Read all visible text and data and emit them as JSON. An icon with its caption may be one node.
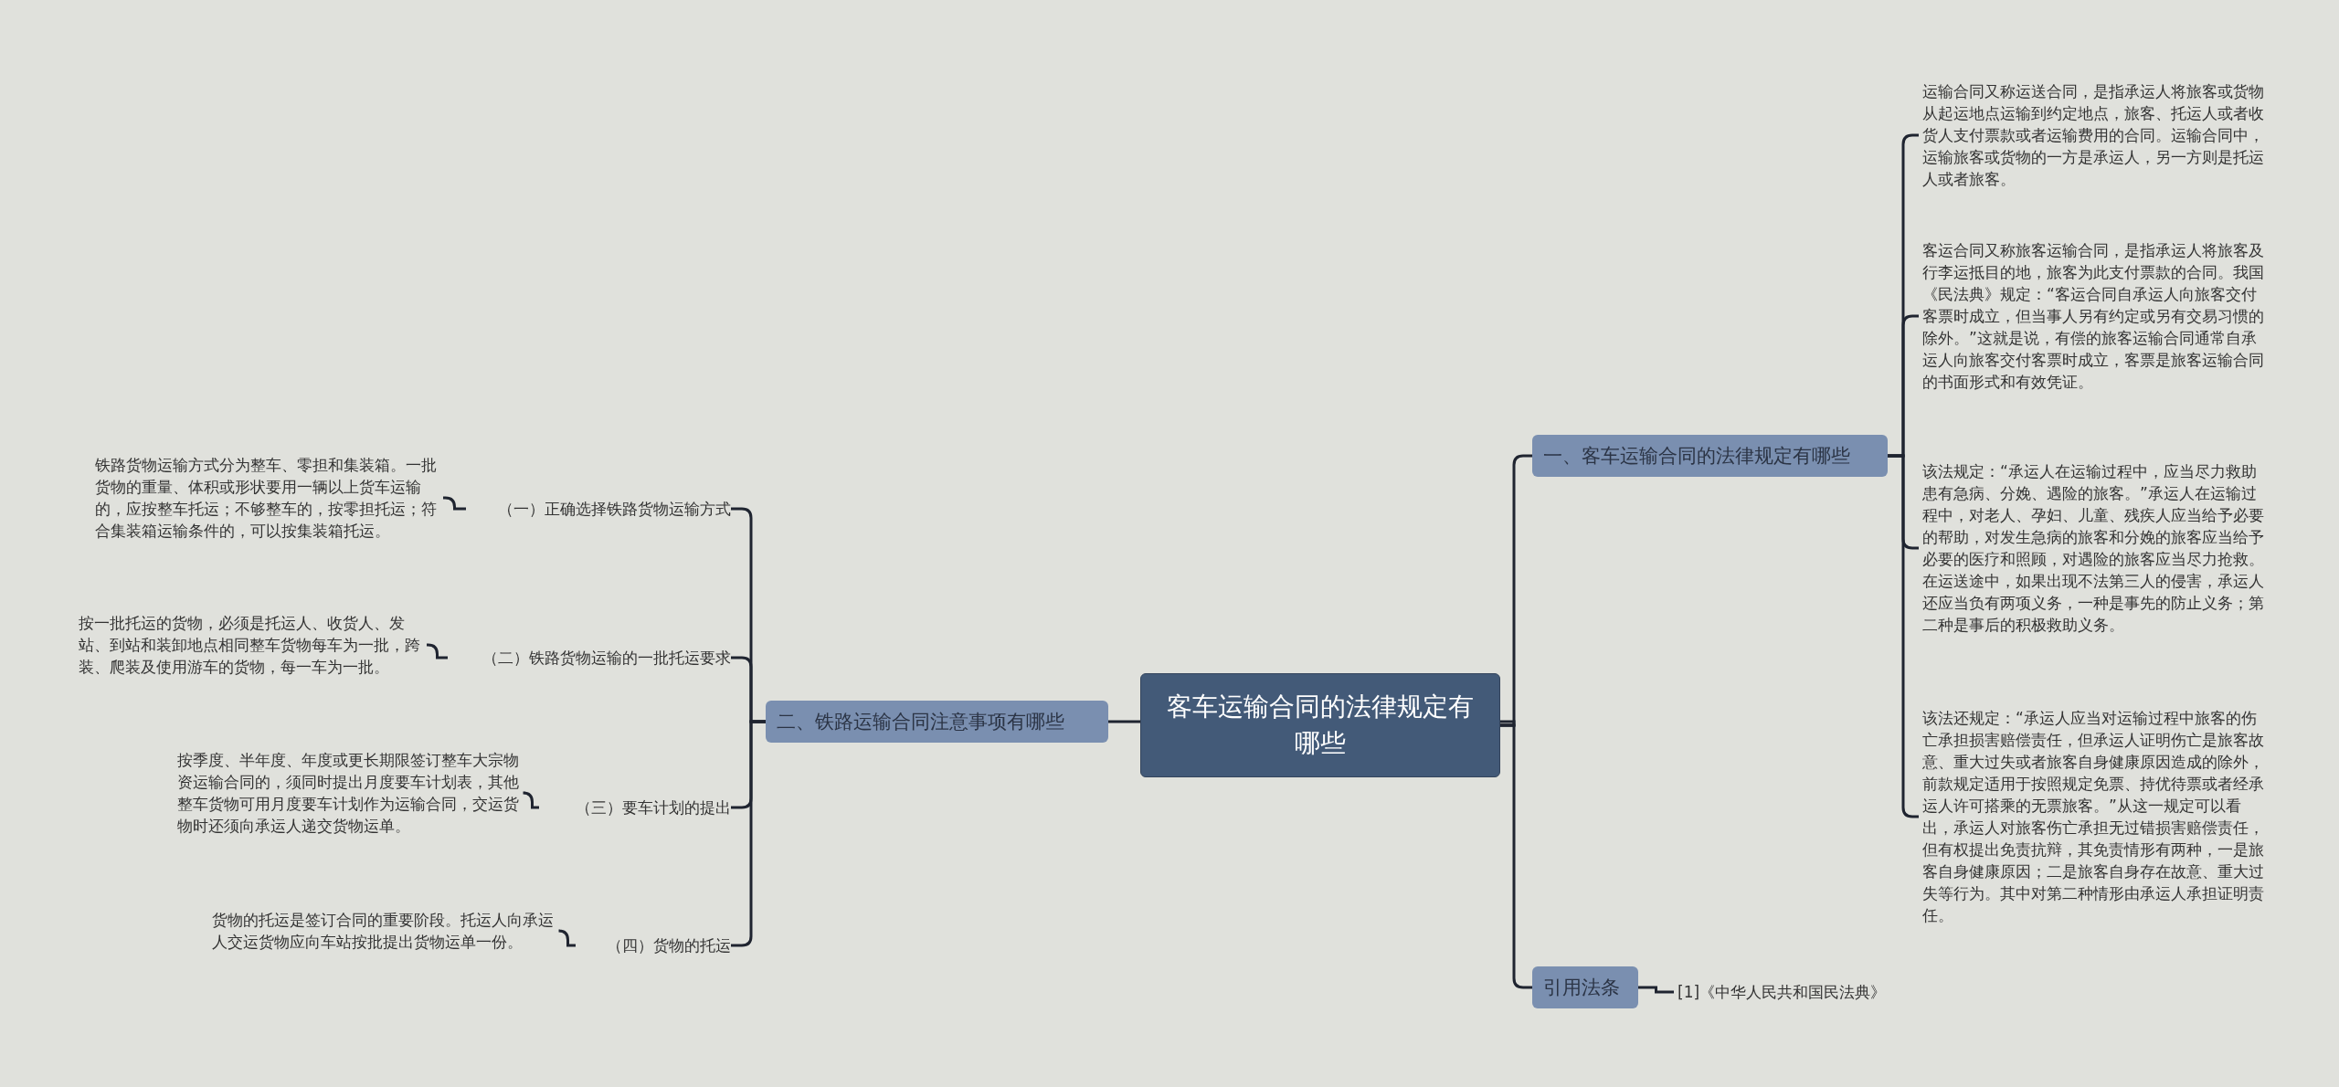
{
  "diagram": {
    "nodes": [
      {
        "text": [
          "客车运输合同的法律规定有哪些"
        ]
      },
      {
        "text": [
          "一、客车运输合同的法律规定有哪些"
        ]
      },
      {
        "text": [
          "运输合同又称运送合同，是指承运人将旅客或货物从起运地点运输到约定地点，旅客、托运人或者收货人支付票款或者运输费用的合同。运输合同中，运输旅客或货物的一方是承运人，另一方则是托运人或者旅客。"
        ]
      },
      {
        "text": [
          "客运合同又称旅客运输合同，是指承运人将旅客及行李运抵目的地，旅客为此支付票款的合同。我国《民法典》规定：“客运合同自承运人向旅客交付客票时成立，但当事人另有约定或另有交易习惯的除外。”这就是说，有偿的旅客运输合同通常自承运人向旅客交付客票时成立，客票是旅客运输合同的书面形式和有效凭证。"
        ]
      },
      {
        "text": [
          "该法规定：“承运人在运输过程中，应当尽力救助患有急病、分娩、遇险的旅客。”承运人在运输过程中，对老人、孕妇、儿童、残疾人应当给予必要的帮助，对发生急病的旅客和分娩的旅客应当给予必要的医疗和照顾，对遇险的旅客应当尽力抢救。在运送途中，如果出现不法第三人的侵害，承运人还应当负有两项义务，一种是事先的防止义务；第二种是事后的积极救助义务。"
        ]
      },
      {
        "text": [
          "该法还规定：“承运人应当对运输过程中旅客的伤亡承担损害赔偿责任，但承运人证明伤亡是旅客故意、重大过失或者旅客自身健康原因造成的除外，前款规定适用于按照规定免票、持优待票或者经承运人许可搭乘的无票旅客。”从这一规定可以看出，承运人对旅客伤亡承担无过错损害赔偿责任，但有权提出免责抗辩，其免责情形有两种，一是旅客自身健康原因；二是旅客自身存在故意、重大过失等行为。其中对第二种情形由承运人承担证明责任。"
        ]
      },
      {
        "text": [
          "引用法条"
        ]
      },
      {
        "text": [
          "[1]《中华人民共和国民法典》"
        ]
      },
      {
        "text": [
          "二、铁路运输合同注意事项有哪些"
        ]
      },
      {
        "text": [
          "（一）正确选择铁路货物运输方式"
        ]
      },
      {
        "text": [
          "（二）铁路货物运输的一批托运要求"
        ]
      },
      {
        "text": [
          "（三）要车计划的提出"
        ]
      },
      {
        "text": [
          "（四）货物的托运"
        ]
      },
      {
        "text": [
          "铁路货物运输方式分为整车、零担和集装箱。一批货物的重量、体积或形状要用一辆以上货车运输的，应按整车托运；不够整车的，按零担托运；符合集装箱运输条件的，可以按集装箱托运。"
        ]
      },
      {
        "text": [
          "按一批托运的货物，必须是托运人、收货人、发站、到站和装卸地点相同整车货物每车为一批，跨装、爬装及使用游车的货物，每一车为一批。"
        ]
      },
      {
        "text": [
          "按季度、半年度、年度或更长期限签订整车大宗物资运输合同的，须同时提出月度要车计划表，其他整车货物可用月度要车计划作为运输合同，交运货物时还须向承运人递交货物运单。"
        ]
      },
      {
        "text": [
          "货物的托运是签订合同的重要阶段。托运人向承运人交运货物应向车站按批提出货物运单一份。"
        ]
      }
    ],
    "edges": [
      {
        "from": 0,
        "to": 1,
        "arrow": "none"
      },
      {
        "from": 0,
        "to": 6,
        "arrow": "none"
      },
      {
        "from": 0,
        "to": 8,
        "arrow": "none"
      },
      {
        "from": 1,
        "to": 2,
        "arrow": "none"
      },
      {
        "from": 1,
        "to": 3,
        "arrow": "none"
      },
      {
        "from": 1,
        "to": 4,
        "arrow": "none"
      },
      {
        "from": 1,
        "to": 5,
        "arrow": "none"
      },
      {
        "from": 6,
        "to": 7,
        "arrow": "none"
      },
      {
        "from": 8,
        "to": 9,
        "arrow": "none"
      },
      {
        "from": 8,
        "to": 10,
        "arrow": "none"
      },
      {
        "from": 8,
        "to": 11,
        "arrow": "none"
      },
      {
        "from": 8,
        "to": 12,
        "arrow": "none"
      },
      {
        "from": 9,
        "to": 13,
        "arrow": "none"
      },
      {
        "from": 10,
        "to": 14,
        "arrow": "none"
      },
      {
        "from": 11,
        "to": 15,
        "arrow": "none"
      },
      {
        "from": 12,
        "to": 16,
        "arrow": "none"
      }
    ]
  }
}
